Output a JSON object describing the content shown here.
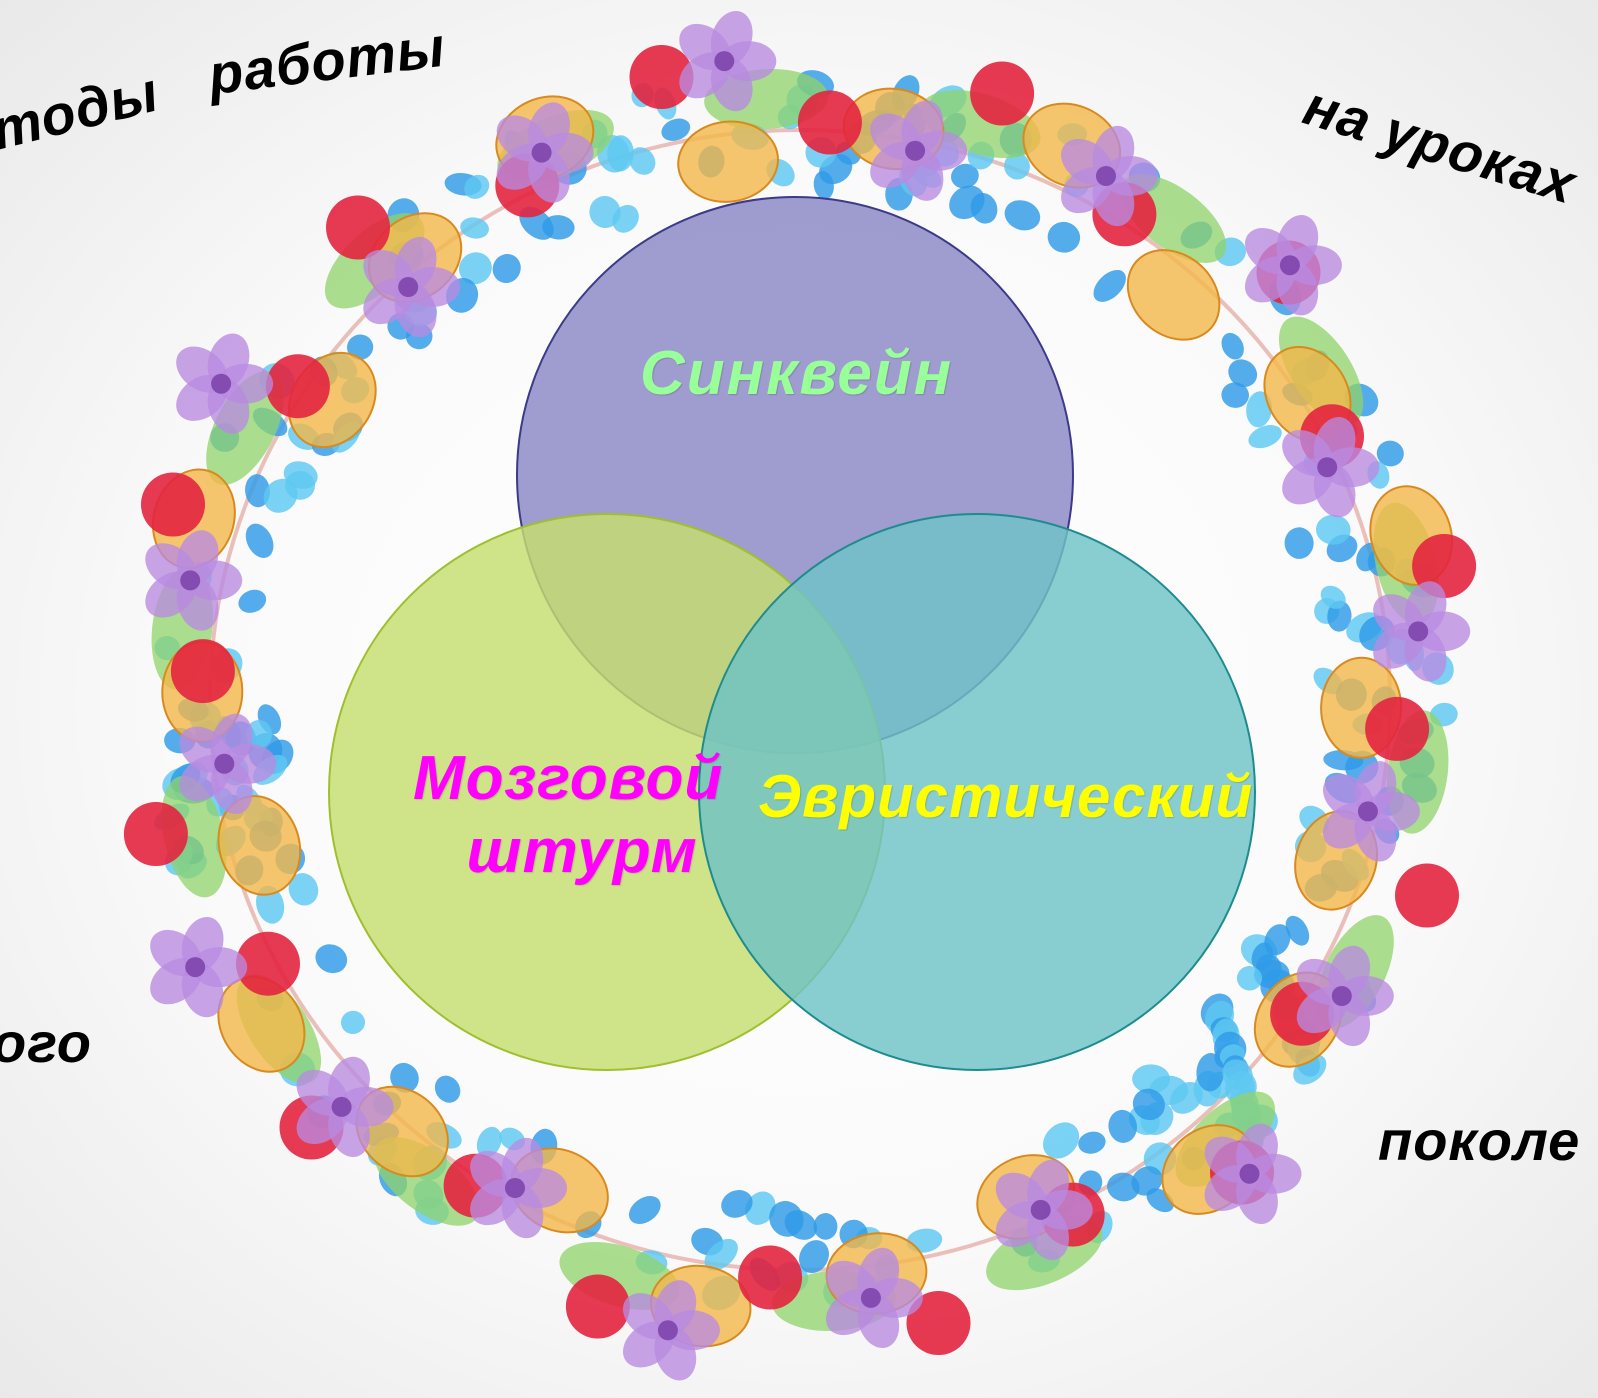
{
  "background_text": {
    "metody": "тоды",
    "raboty": "работы",
    "na_urokakh": "на уроках",
    "ogo": "ого",
    "pokole": "поколе"
  },
  "venn": {
    "top": {
      "label": "Синквейн",
      "fill": "#8a86c4",
      "text_color": "#99ff99"
    },
    "left": {
      "label_line1": "Мозговой",
      "label_line2": "штурм",
      "fill": "#c4de6e",
      "text_color": "#ff00ff"
    },
    "right": {
      "label": "Эвристический",
      "fill": "#6ec3c6",
      "text_color": "#ffff00"
    }
  },
  "wreath": {
    "decoration": "watercolor-floral-wreath",
    "colors": {
      "flower": "#b98be0",
      "berry_red": "#e3243f",
      "berry_blue": "#2f9be8",
      "bud_orange": "#f3b84a",
      "leaf_green": "#8fd36a",
      "stem": "#d9776a"
    }
  }
}
